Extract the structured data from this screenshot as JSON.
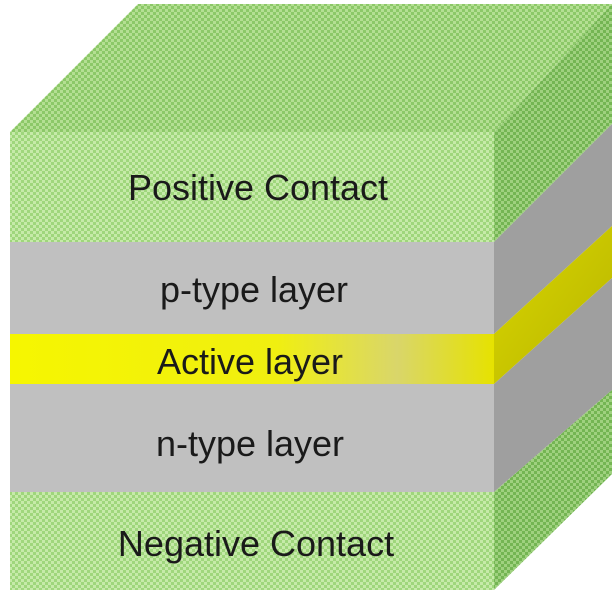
{
  "diagram": {
    "layers": [
      {
        "key": "positive",
        "label": "Positive Contact"
      },
      {
        "key": "p_type",
        "label": "p-type layer"
      },
      {
        "key": "active",
        "label": "Active layer"
      },
      {
        "key": "n_type",
        "label": "n-type layer"
      },
      {
        "key": "negative",
        "label": "Negative Contact"
      }
    ]
  },
  "colors": {
    "contact_green": "#8fce6b",
    "contact_green_light": "#b8e49a",
    "semiconductor_gray": "#c0c0c0",
    "semiconductor_gray_side": "#a6a6a6",
    "active_yellow": "#f2f200",
    "active_yellow_side": "#c8c800"
  }
}
